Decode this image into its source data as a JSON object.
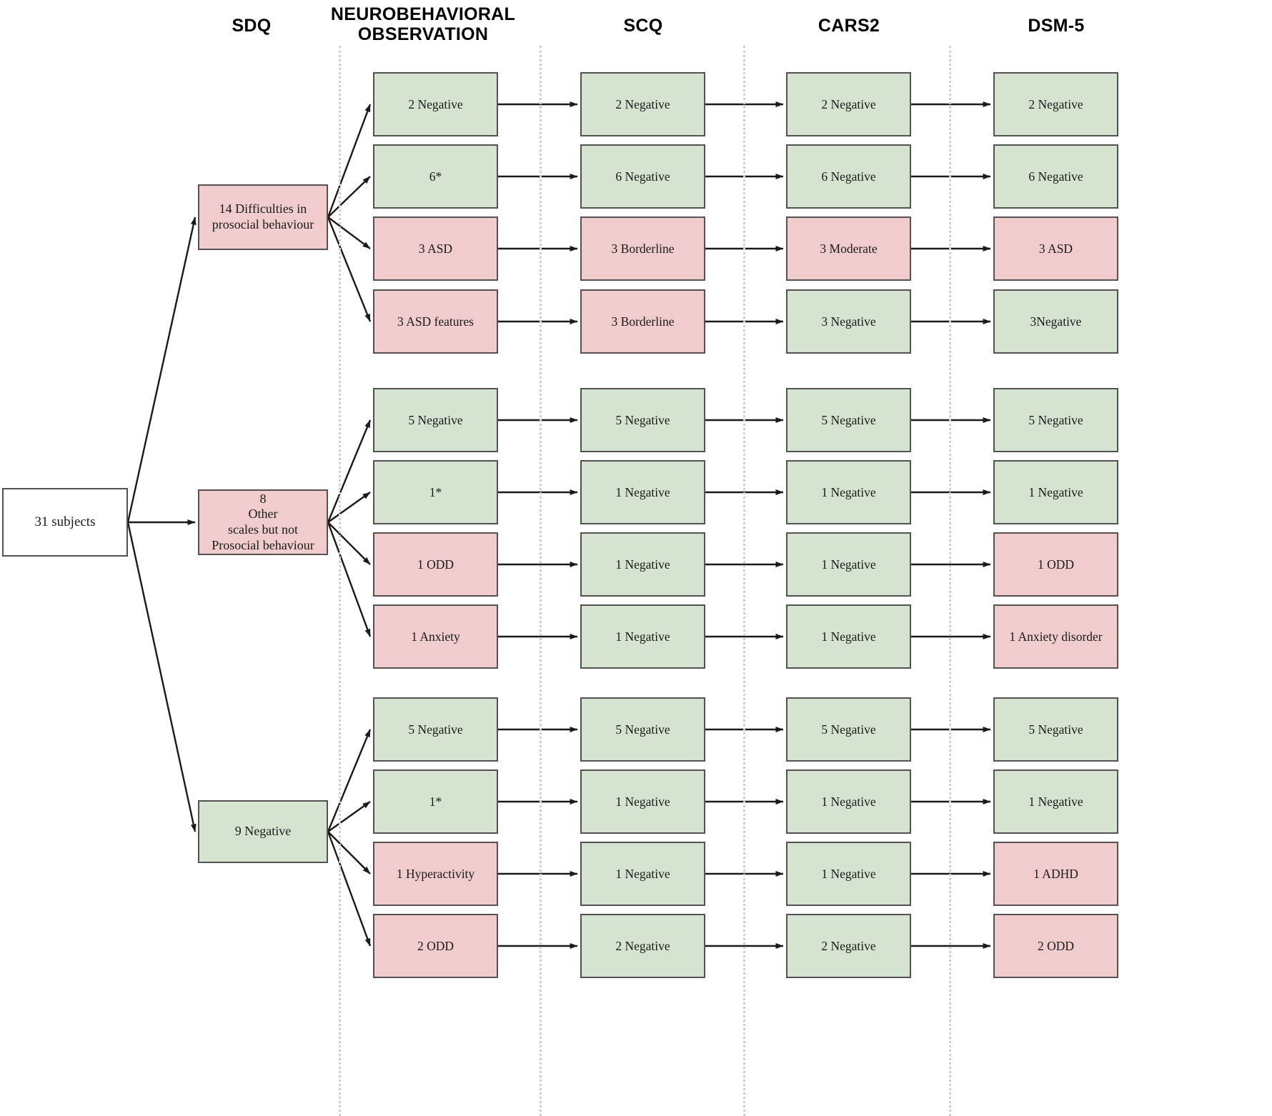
{
  "columns": [
    {
      "id": "sdq",
      "label": "SDQ"
    },
    {
      "id": "neuro",
      "label": "NEUROBEHAVIORAL\nOBSERVATION"
    },
    {
      "id": "scq",
      "label": "SCQ"
    },
    {
      "id": "cars2",
      "label": "CARS2"
    },
    {
      "id": "dsm5",
      "label": "DSM-5"
    }
  ],
  "colors": {
    "green_fill": "#d5e4d0",
    "pink_fill": "#f0cccc",
    "white_fill": "#ffffff",
    "border": "#555152",
    "separator": "#cfcfcf",
    "arrow": "#1a1a1a"
  },
  "root": {
    "label": "31 subjects",
    "color": "white"
  },
  "groups": [
    {
      "id": "group-1",
      "sdq": {
        "label": "14 Difficulties in\nprosocial behaviour",
        "color": "pink"
      },
      "rows": [
        {
          "neuro": {
            "label": "2 Negative",
            "color": "green"
          },
          "scq": {
            "label": "2 Negative",
            "color": "green"
          },
          "cars2": {
            "label": "2 Negative",
            "color": "green"
          },
          "dsm5": {
            "label": "2 Negative",
            "color": "green"
          }
        },
        {
          "neuro": {
            "label": "6*",
            "color": "green"
          },
          "scq": {
            "label": "6 Negative",
            "color": "green"
          },
          "cars2": {
            "label": "6 Negative",
            "color": "green"
          },
          "dsm5": {
            "label": "6 Negative",
            "color": "green"
          }
        },
        {
          "neuro": {
            "label": "3 ASD",
            "color": "pink"
          },
          "scq": {
            "label": "3 Borderline",
            "color": "pink"
          },
          "cars2": {
            "label": "3 Moderate",
            "color": "pink"
          },
          "dsm5": {
            "label": "3 ASD",
            "color": "pink"
          }
        },
        {
          "neuro": {
            "label": "3 ASD features",
            "color": "pink"
          },
          "scq": {
            "label": "3 Borderline",
            "color": "pink"
          },
          "cars2": {
            "label": "3 Negative",
            "color": "green"
          },
          "dsm5": {
            "label": "3Negative",
            "color": "green"
          }
        }
      ]
    },
    {
      "id": "group-2",
      "sdq": {
        "label": "8\nOther\nscales but not\nProsocial behaviour",
        "color": "pink"
      },
      "rows": [
        {
          "neuro": {
            "label": "5 Negative",
            "color": "green"
          },
          "scq": {
            "label": "5 Negative",
            "color": "green"
          },
          "cars2": {
            "label": "5 Negative",
            "color": "green"
          },
          "dsm5": {
            "label": "5 Negative",
            "color": "green"
          }
        },
        {
          "neuro": {
            "label": "1*",
            "color": "green"
          },
          "scq": {
            "label": "1 Negative",
            "color": "green"
          },
          "cars2": {
            "label": "1 Negative",
            "color": "green"
          },
          "dsm5": {
            "label": "1 Negative",
            "color": "green"
          }
        },
        {
          "neuro": {
            "label": "1 ODD",
            "color": "pink"
          },
          "scq": {
            "label": "1 Negative",
            "color": "green"
          },
          "cars2": {
            "label": "1 Negative",
            "color": "green"
          },
          "dsm5": {
            "label": "1 ODD",
            "color": "pink"
          }
        },
        {
          "neuro": {
            "label": "1 Anxiety",
            "color": "pink"
          },
          "scq": {
            "label": "1 Negative",
            "color": "green"
          },
          "cars2": {
            "label": "1 Negative",
            "color": "green"
          },
          "dsm5": {
            "label": "1 Anxiety disorder",
            "color": "pink"
          }
        }
      ]
    },
    {
      "id": "group-3",
      "sdq": {
        "label": "9 Negative",
        "color": "green"
      },
      "rows": [
        {
          "neuro": {
            "label": "5 Negative",
            "color": "green"
          },
          "scq": {
            "label": "5 Negative",
            "color": "green"
          },
          "cars2": {
            "label": "5 Negative",
            "color": "green"
          },
          "dsm5": {
            "label": "5 Negative",
            "color": "green"
          }
        },
        {
          "neuro": {
            "label": "1*",
            "color": "green"
          },
          "scq": {
            "label": "1 Negative",
            "color": "green"
          },
          "cars2": {
            "label": "1 Negative",
            "color": "green"
          },
          "dsm5": {
            "label": "1 Negative",
            "color": "green"
          }
        },
        {
          "neuro": {
            "label": "1 Hyperactivity",
            "color": "pink"
          },
          "scq": {
            "label": "1 Negative",
            "color": "green"
          },
          "cars2": {
            "label": "1 Negative",
            "color": "green"
          },
          "dsm5": {
            "label": "1 ADHD",
            "color": "pink"
          }
        },
        {
          "neuro": {
            "label": "2 ODD",
            "color": "pink"
          },
          "scq": {
            "label": "2 Negative",
            "color": "green"
          },
          "cars2": {
            "label": "2 Negative",
            "color": "green"
          },
          "dsm5": {
            "label": "2 ODD",
            "color": "pink"
          }
        }
      ]
    }
  ]
}
